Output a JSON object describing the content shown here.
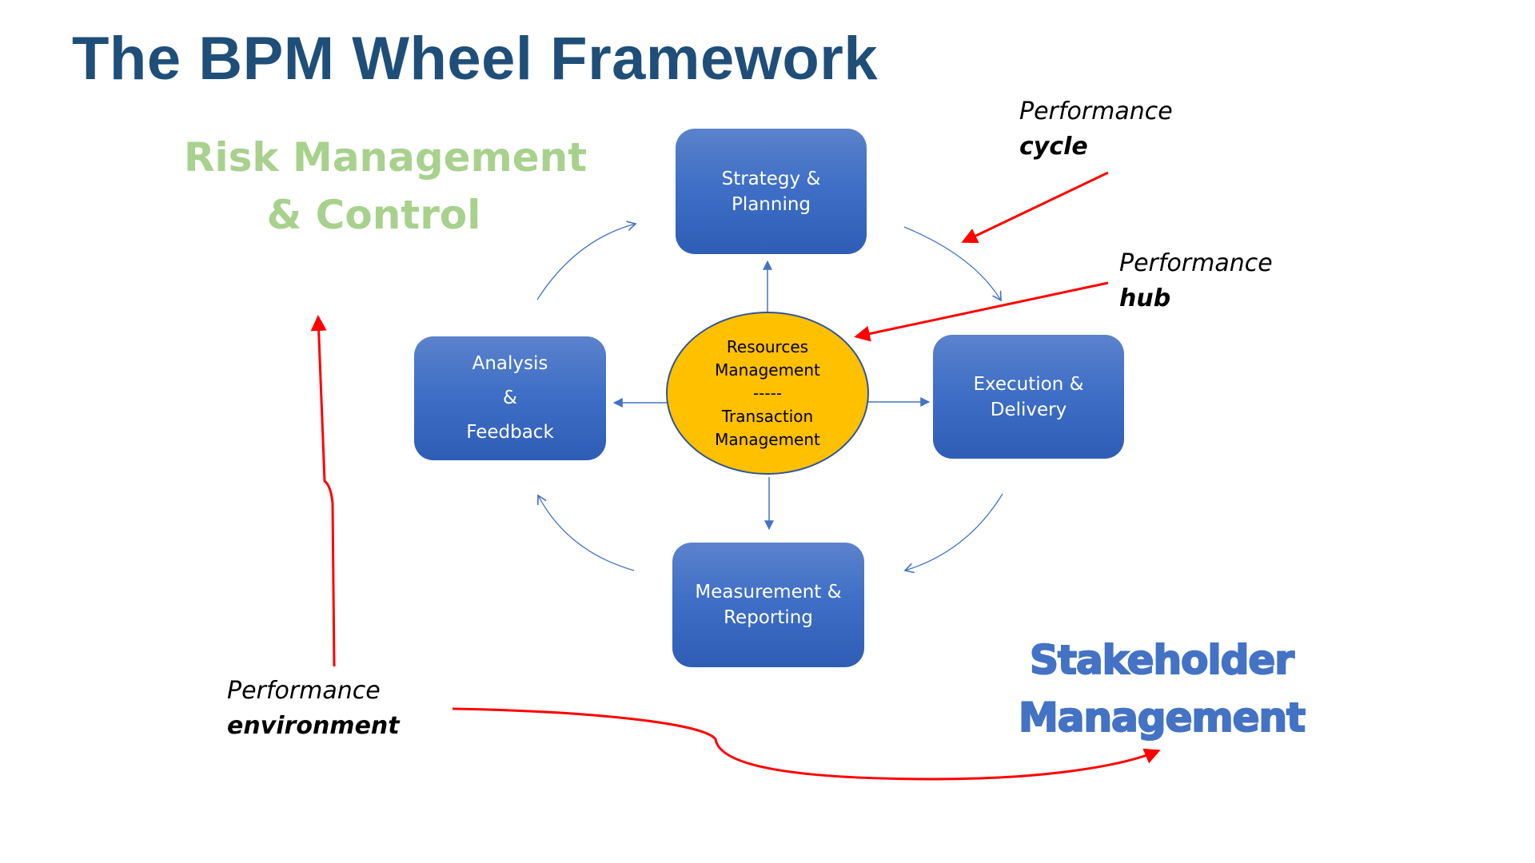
{
  "slide": {
    "title": "The BPM Wheel Framework"
  },
  "risk_management": {
    "line1": "Risk Management",
    "line2": "& Control"
  },
  "wheel": {
    "strategy": {
      "line1": "Strategy &",
      "line2": "Planning"
    },
    "execution": {
      "line1": "Execution &",
      "line2": "Delivery"
    },
    "measurement": {
      "line1": "Measurement &",
      "line2": "Reporting"
    },
    "analysis": {
      "line1": "Analysis",
      "line2": "&",
      "line3": "Feedback"
    },
    "hub": {
      "line1": "Resources",
      "line2": "Management",
      "separator": "-----",
      "line3": "Transaction",
      "line4": "Management"
    }
  },
  "annotations": {
    "cycle": {
      "line1": "Performance",
      "line2": "cycle"
    },
    "hub": {
      "line1": "Performance",
      "line2": "hub"
    },
    "environment": {
      "line1": "Performance",
      "line2": "environment"
    }
  },
  "stakeholder": {
    "line1": "Stakeholder",
    "line2": "Management"
  },
  "colors": {
    "title": "#1F4E79",
    "risk": "#A9D18E",
    "box_blue": "#4472C4",
    "hub_fill": "#FFC000",
    "connector": "#4472C4",
    "annotation_arrow": "#FF0000"
  }
}
